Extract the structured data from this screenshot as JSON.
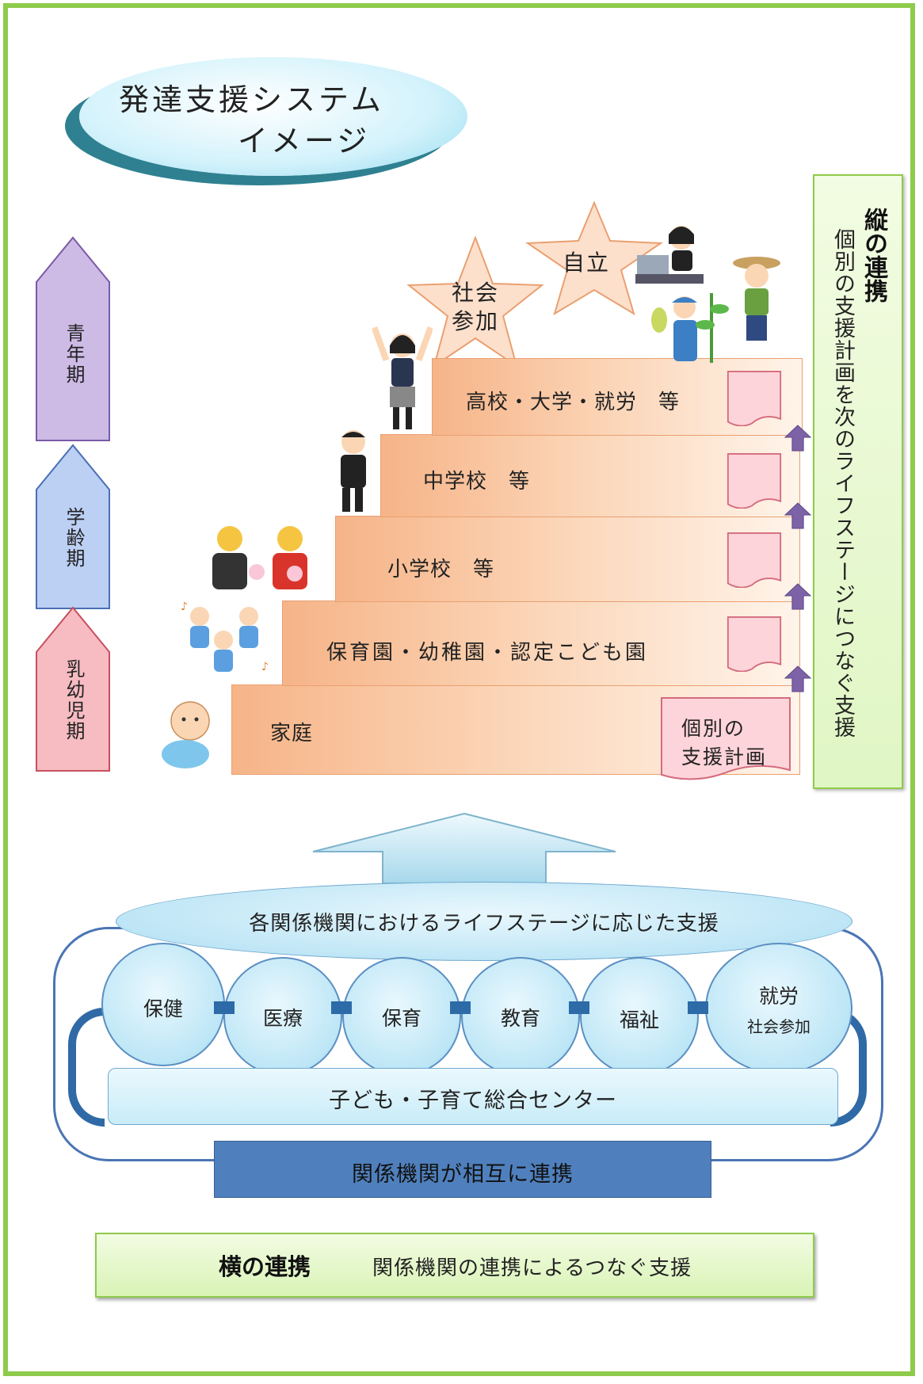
{
  "title": {
    "line1": "発達支援システム",
    "line2": "イメージ"
  },
  "age_periods": [
    {
      "label": "青年期",
      "color": "#c9b6e4",
      "border": "#7a5aa6"
    },
    {
      "label": "学齢期",
      "color": "#b8cdf3",
      "border": "#4a6fb4"
    },
    {
      "label": "乳幼児期",
      "color": "#f5b7bd",
      "border": "#c8505e"
    }
  ],
  "stars": [
    {
      "label_l1": "社会",
      "label_l2": "参加"
    },
    {
      "label_l1": "自立",
      "label_l2": ""
    }
  ],
  "steps": [
    {
      "label": "家庭"
    },
    {
      "label": "保育園・幼稚園・認定こども園"
    },
    {
      "label": "小学校　等"
    },
    {
      "label": "中学校　等"
    },
    {
      "label": "高校・大学・就労　等"
    }
  ],
  "plan_doc": {
    "line1": "個別の",
    "line2": "支援計画"
  },
  "vertical": {
    "heading": "縦の連携",
    "sub": "個別の支援計画を次のライフステージにつなぐ支援"
  },
  "banner": "各関係機関におけるライフステージに応じた支援",
  "agencies": [
    {
      "label": "保健",
      "label2": ""
    },
    {
      "label": "医療",
      "label2": ""
    },
    {
      "label": "保育",
      "label2": ""
    },
    {
      "label": "教育",
      "label2": ""
    },
    {
      "label": "福祉",
      "label2": ""
    },
    {
      "label": "就労",
      "label2": "社会参加"
    }
  ],
  "center": "子ども・子育て総合センター",
  "mutual": "関係機関が相互に連携",
  "horizontal": {
    "heading": "横の連携",
    "sub": "関係機関の連携によるつなぐ支援"
  },
  "colors": {
    "frame": "#8fcb4b",
    "step": "#f6b488",
    "arrow_purple": "#7d62a8",
    "agency_blue": "#4f80bd"
  }
}
